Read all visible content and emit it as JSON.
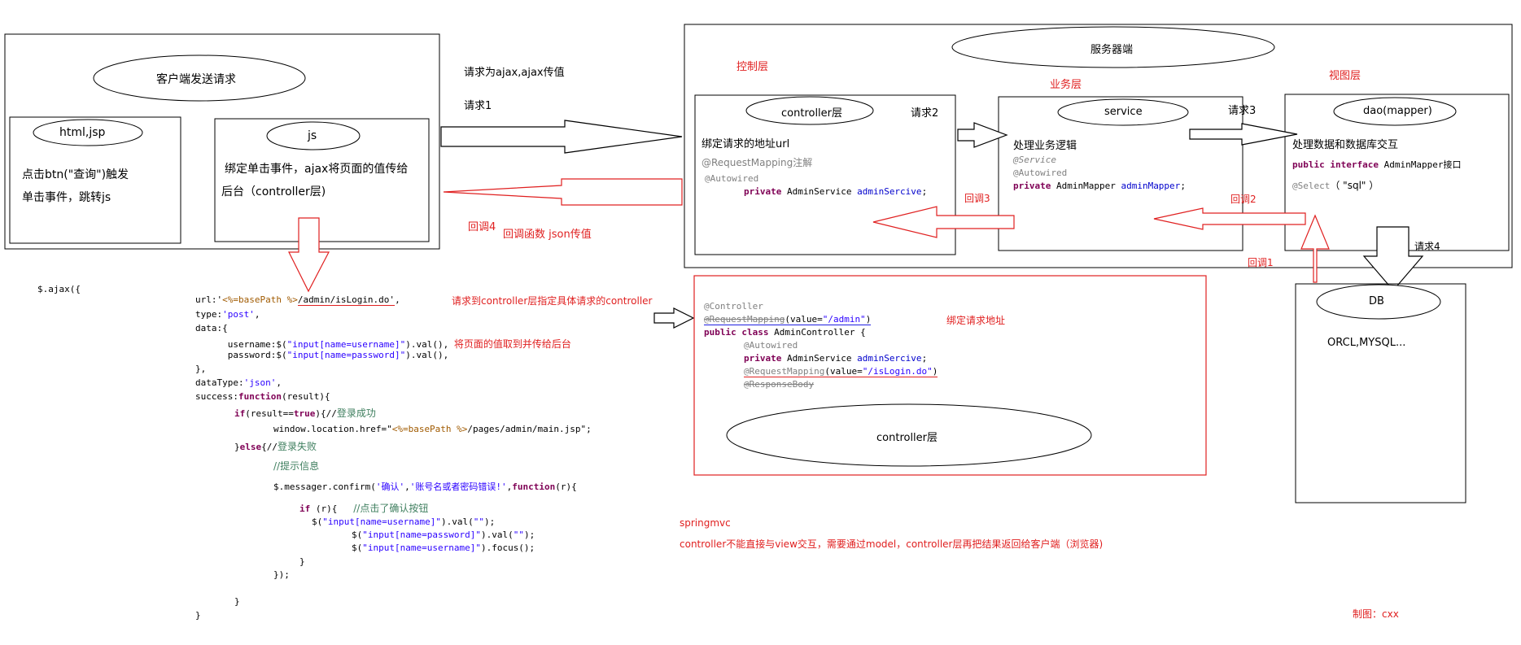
{
  "client": {
    "title": "客户端发送请求",
    "html_box": {
      "title": "html,jsp",
      "text_line1": "点击btn(\"查询\")触发",
      "text_line2": "单击事件，跳转js"
    },
    "js_box": {
      "title": "js",
      "text_line1": "绑定单击事件，ajax将页面的值传给",
      "text_line2": "后台（controller层)"
    }
  },
  "flow": {
    "request_desc": "请求为ajax,ajax传值",
    "request1": "请求1",
    "callback4": "回调4",
    "callback_desc": "回调函数 json传值",
    "request2": "请求2",
    "request3": "请求3",
    "request4": "请求4",
    "callback3": "回调3",
    "callback2": "回调2",
    "callback1": "回调1"
  },
  "server": {
    "title": "服务器端",
    "control_label": "控制层",
    "business_label": "业务层",
    "view_label": "视图层",
    "controller_box": {
      "title": "controller层",
      "desc": "绑定请求的地址url",
      "line1": "@RequestMapping注解",
      "line2": "@Autowired",
      "line3_kw": "private",
      "line3_type": " AdminService ",
      "line3_var": "adminSercive",
      "line3_end": ";"
    },
    "service_box": {
      "title": "service",
      "desc": "处理业务逻辑",
      "line1": "@Service",
      "line2": "@Autowired",
      "line3_kw": "private",
      "line3_type": " AdminMapper ",
      "line3_var": "adminMapper",
      "line3_end": ";"
    },
    "dao_box": {
      "title": "dao(mapper)",
      "desc": "处理数据和数据库交互",
      "line1_kw": "public interface",
      "line1_rest": " AdminMapper接口",
      "line2_ann": "@Select",
      "line2_rest": "（ \"sql\" ）"
    }
  },
  "db": {
    "title": "DB",
    "desc": "ORCL,MYSQL..."
  },
  "ajax_code": {
    "l0": "$.ajax({",
    "l1a": "url:'",
    "l1b": "<%=basePath %>",
    "l1c": "/admin/isLogin.do'",
    "l1d": ",",
    "l1_note": "请求到controller层指定具体请求的controller",
    "l2a": "type:",
    "l2b": "'post'",
    "l2c": ",",
    "l3": "data:{",
    "l4a": "      username:$(",
    "l4b": "\"input[name=username]\"",
    "l4c": ").val(), ",
    "l4_note": "将页面的值取到并传给后台",
    "l5a": "      password:$(",
    "l5b": "\"input[name=password]\"",
    "l5c": ").val(),",
    "l6": "},",
    "l7a": "dataType:",
    "l7b": "'json'",
    "l7c": ",",
    "l8a": "success:",
    "l8b": "function",
    "l8c": "(result){",
    "l9a": "if",
    "l9b": "(result==",
    "l9c": "true",
    "l9d": "){//",
    "l9e": "登录成功",
    "l10a": "window.location.href=\"",
    "l10b": "<%=basePath %>",
    "l10c": "/pages/admin/main.jsp\";",
    "l11a": "}",
    "l11b": "else",
    "l11c": "{//",
    "l11d": "登录失败",
    "l12": "//提示信息",
    "l13a": "$.messager.confirm(",
    "l13b": "'确认'",
    "l13c": ",",
    "l13d": "'账号名或者密码错误!'",
    "l13e": ",",
    "l13f": "function",
    "l13g": "(r){",
    "l14a": "if",
    "l14b": " (r){   ",
    "l14c": "//点击了确认按钮",
    "l15a": "$(",
    "l15b": "\"input[name=username]\"",
    "l15c": ").val(",
    "l15d": "\"\"",
    "l15e": ");",
    "l16a": "$(",
    "l16b": "\"input[name=password]\"",
    "l16c": ").val(",
    "l16d": "\"\"",
    "l16e": ");",
    "l17a": "$(",
    "l17b": "\"input[name=username]\"",
    "l17c": ").focus();",
    "l18": "}",
    "l19": "});",
    "l20": "}",
    "l21": "}"
  },
  "controller_code": {
    "c1": "@Controller",
    "c2a": "@RequestMapping",
    "c2b": "(value=",
    "c2c": "\"/admin\"",
    "c2d": ")",
    "c2_note": "绑定请求地址",
    "c3a": "public class",
    "c3b": " AdminController {",
    "c4": "@Autowired",
    "c5a": "private",
    "c5b": " AdminService ",
    "c5c": "adminSercive",
    "c5d": ";",
    "c6a": "@RequestMapping",
    "c6b": "(value=",
    "c6c": "\"/isLogin.do\"",
    "c6d": ")",
    "c7": "@ResponseBody",
    "oval": "controller层"
  },
  "notes": {
    "springmvc": "springmvc",
    "springmvc_desc": "controller不能直接与view交互，需要通过model，controller层再把结果返回给客户端（浏览器)",
    "author": "制图：cxx"
  }
}
